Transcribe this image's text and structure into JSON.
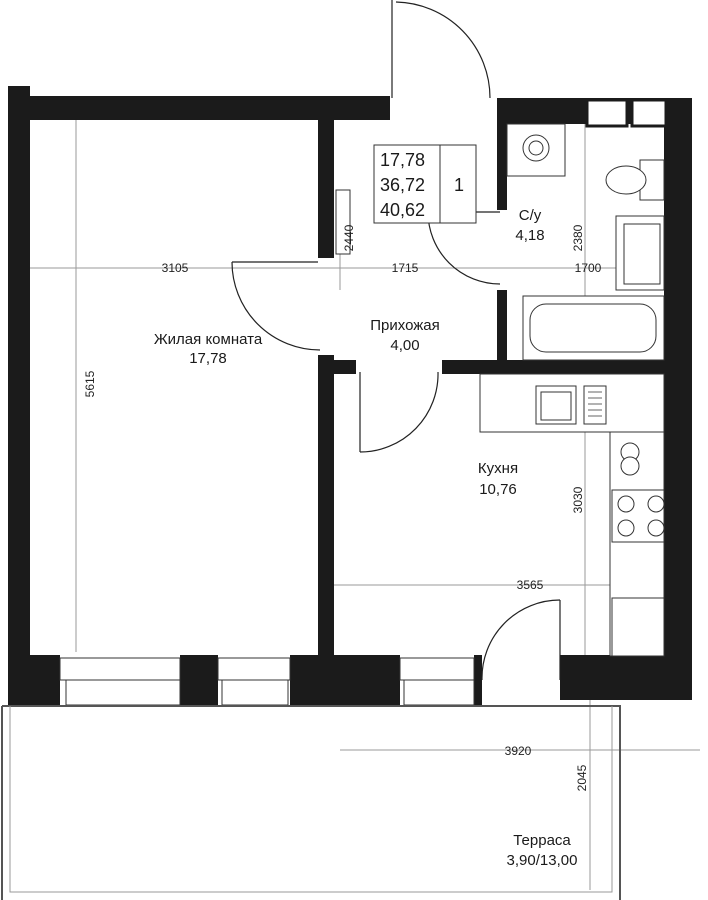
{
  "summary": {
    "living_area": "17,78",
    "total_area": "36,72",
    "total_with_terrace": "40,62",
    "rooms_count": "1"
  },
  "rooms": {
    "living": {
      "name": "Жилая комната",
      "area": "17,78"
    },
    "hall": {
      "name": "Прихожая",
      "area": "4,00"
    },
    "bath": {
      "name": "С/у",
      "area": "4,18"
    },
    "kitchen": {
      "name": "Кухня",
      "area": "10,76"
    },
    "terrace": {
      "name": "Терраса",
      "area": "3,90/13,00"
    }
  },
  "dimensions": {
    "living_width": "3105",
    "hall_width": "1715",
    "bath_width": "1700",
    "living_height": "5615",
    "wall_2440": "2440",
    "bath_height": "2380",
    "kitchen_height": "3030",
    "kitchen_width": "3565",
    "terrace_width": "3920",
    "terrace_depth": "2045"
  },
  "colors": {
    "wall": "#1b1b1b",
    "dimension_line": "#9a9a9a"
  }
}
